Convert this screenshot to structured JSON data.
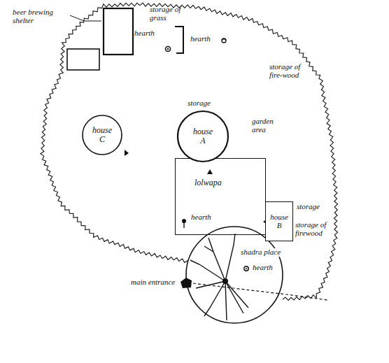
{
  "diagram": {
    "nodes": [
      {
        "text": [
          "house C"
        ]
      },
      {
        "text": [
          "house A"
        ]
      },
      {
        "text": [
          "lolwapa"
        ]
      },
      {
        "text": [
          "house B"
        ]
      },
      {
        "text": [
          "shadra place"
        ]
      }
    ],
    "labels": [
      "beer brewing shelter",
      "storage of grass",
      "hearth",
      "hearth",
      "storage of fire-wood",
      "storage",
      "garden area",
      "hearth",
      "storage",
      "storage of firewood",
      "main entrance",
      "hearth"
    ]
  }
}
